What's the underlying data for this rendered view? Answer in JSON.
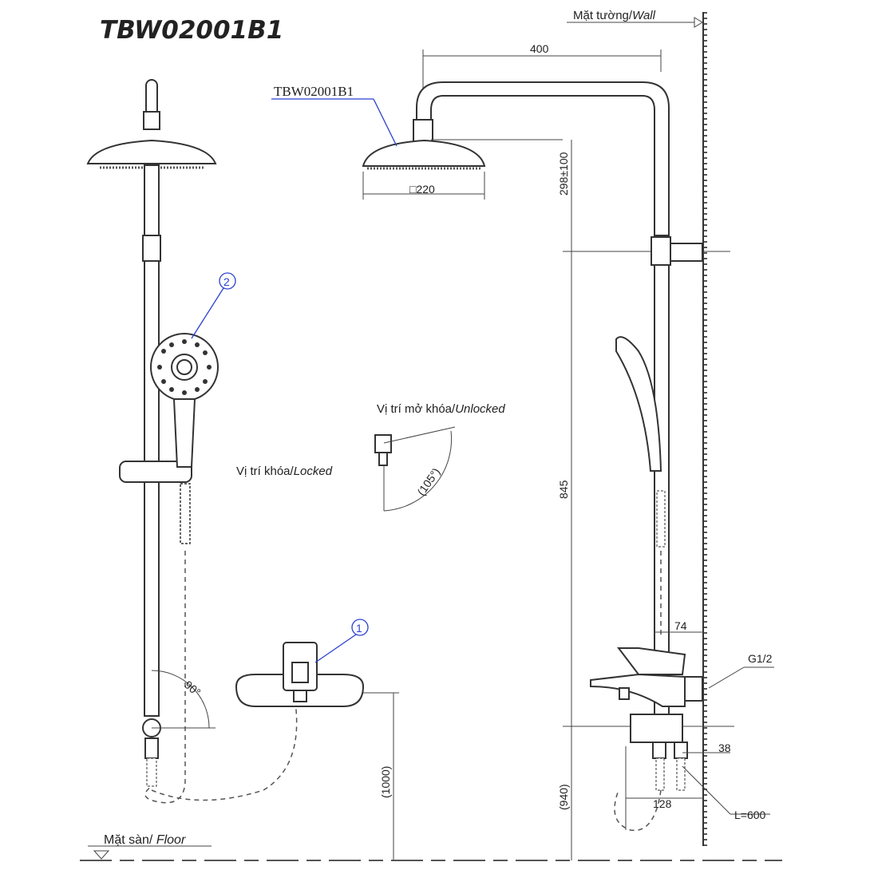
{
  "title": "TBW02001B1",
  "labels": {
    "wall": "Mặt tường/",
    "wall_en": "Wall",
    "floor": "Mặt sàn/ ",
    "floor_en": "Floor",
    "overhead_model": "TBW02001B1",
    "unlocked": "Vị trí mở khóa/",
    "unlocked_en": "Unlocked",
    "locked": "Vị trí khóa/",
    "locked_en": "Locked",
    "angle_105": "(105°)",
    "angle_90": "90°",
    "callout_1": "1",
    "callout_2": "2"
  },
  "dimensions": {
    "arm_length": "400",
    "head_size": "□220",
    "head_height": "298±100",
    "rail_height": "845",
    "mixer_height_side": "(940)",
    "mixer_height_front": "(1000)",
    "spout_offset": "74",
    "thread": "G1/2",
    "outlet": "38",
    "depth": "128",
    "hose": "L=600"
  }
}
